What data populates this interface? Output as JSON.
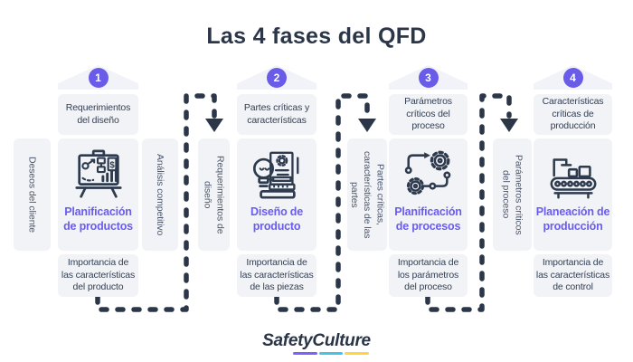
{
  "title": "Las 4 fases del QFD",
  "colors": {
    "accent_purple": "#6a5cf0",
    "badge_purple": "#6a5ce8",
    "dark_navy": "#2b3648",
    "box_background": "#f1f3f7"
  },
  "phases": [
    {
      "number": "1",
      "header": "Requerimientos\ndel diseño",
      "left_label": "Deseos del cliente",
      "right_label": "Análisis competitivo",
      "icon": "presentation-board-icon",
      "name": "Planificación\nde productos",
      "footer": "Importancia de\nlas características\ndel producto"
    },
    {
      "number": "2",
      "header": "Partes críticas y\ncaracterísticas",
      "left_label": "Requerimientos de\ndiseño",
      "icon": "product-design-icon",
      "name": "Diseño de\nproducto",
      "footer": "Importancia de\nlas características\nde las piezas"
    },
    {
      "number": "3",
      "header": "Parámetros\ncríticos del\nproceso",
      "left_label": "Partes críticas,\ncaracterísticas de las\npartes",
      "icon": "process-gears-icon",
      "name": "Planificación\nde procesos",
      "footer": "Importancia de\nlos parámetros\ndel proceso"
    },
    {
      "number": "4",
      "header": "Características\ncríticas de\nproducción",
      "left_label": "Parámetros críticos\ndel proceso",
      "icon": "production-line-icon",
      "name": "Planeación de\nproducción",
      "footer": "Importancia de\nlas características\nde control"
    }
  ],
  "logo": {
    "part1": "Safety",
    "part2": "Culture",
    "underline_colors": [
      "#7b61ff",
      "#45c4e8",
      "#ffd43c"
    ]
  }
}
